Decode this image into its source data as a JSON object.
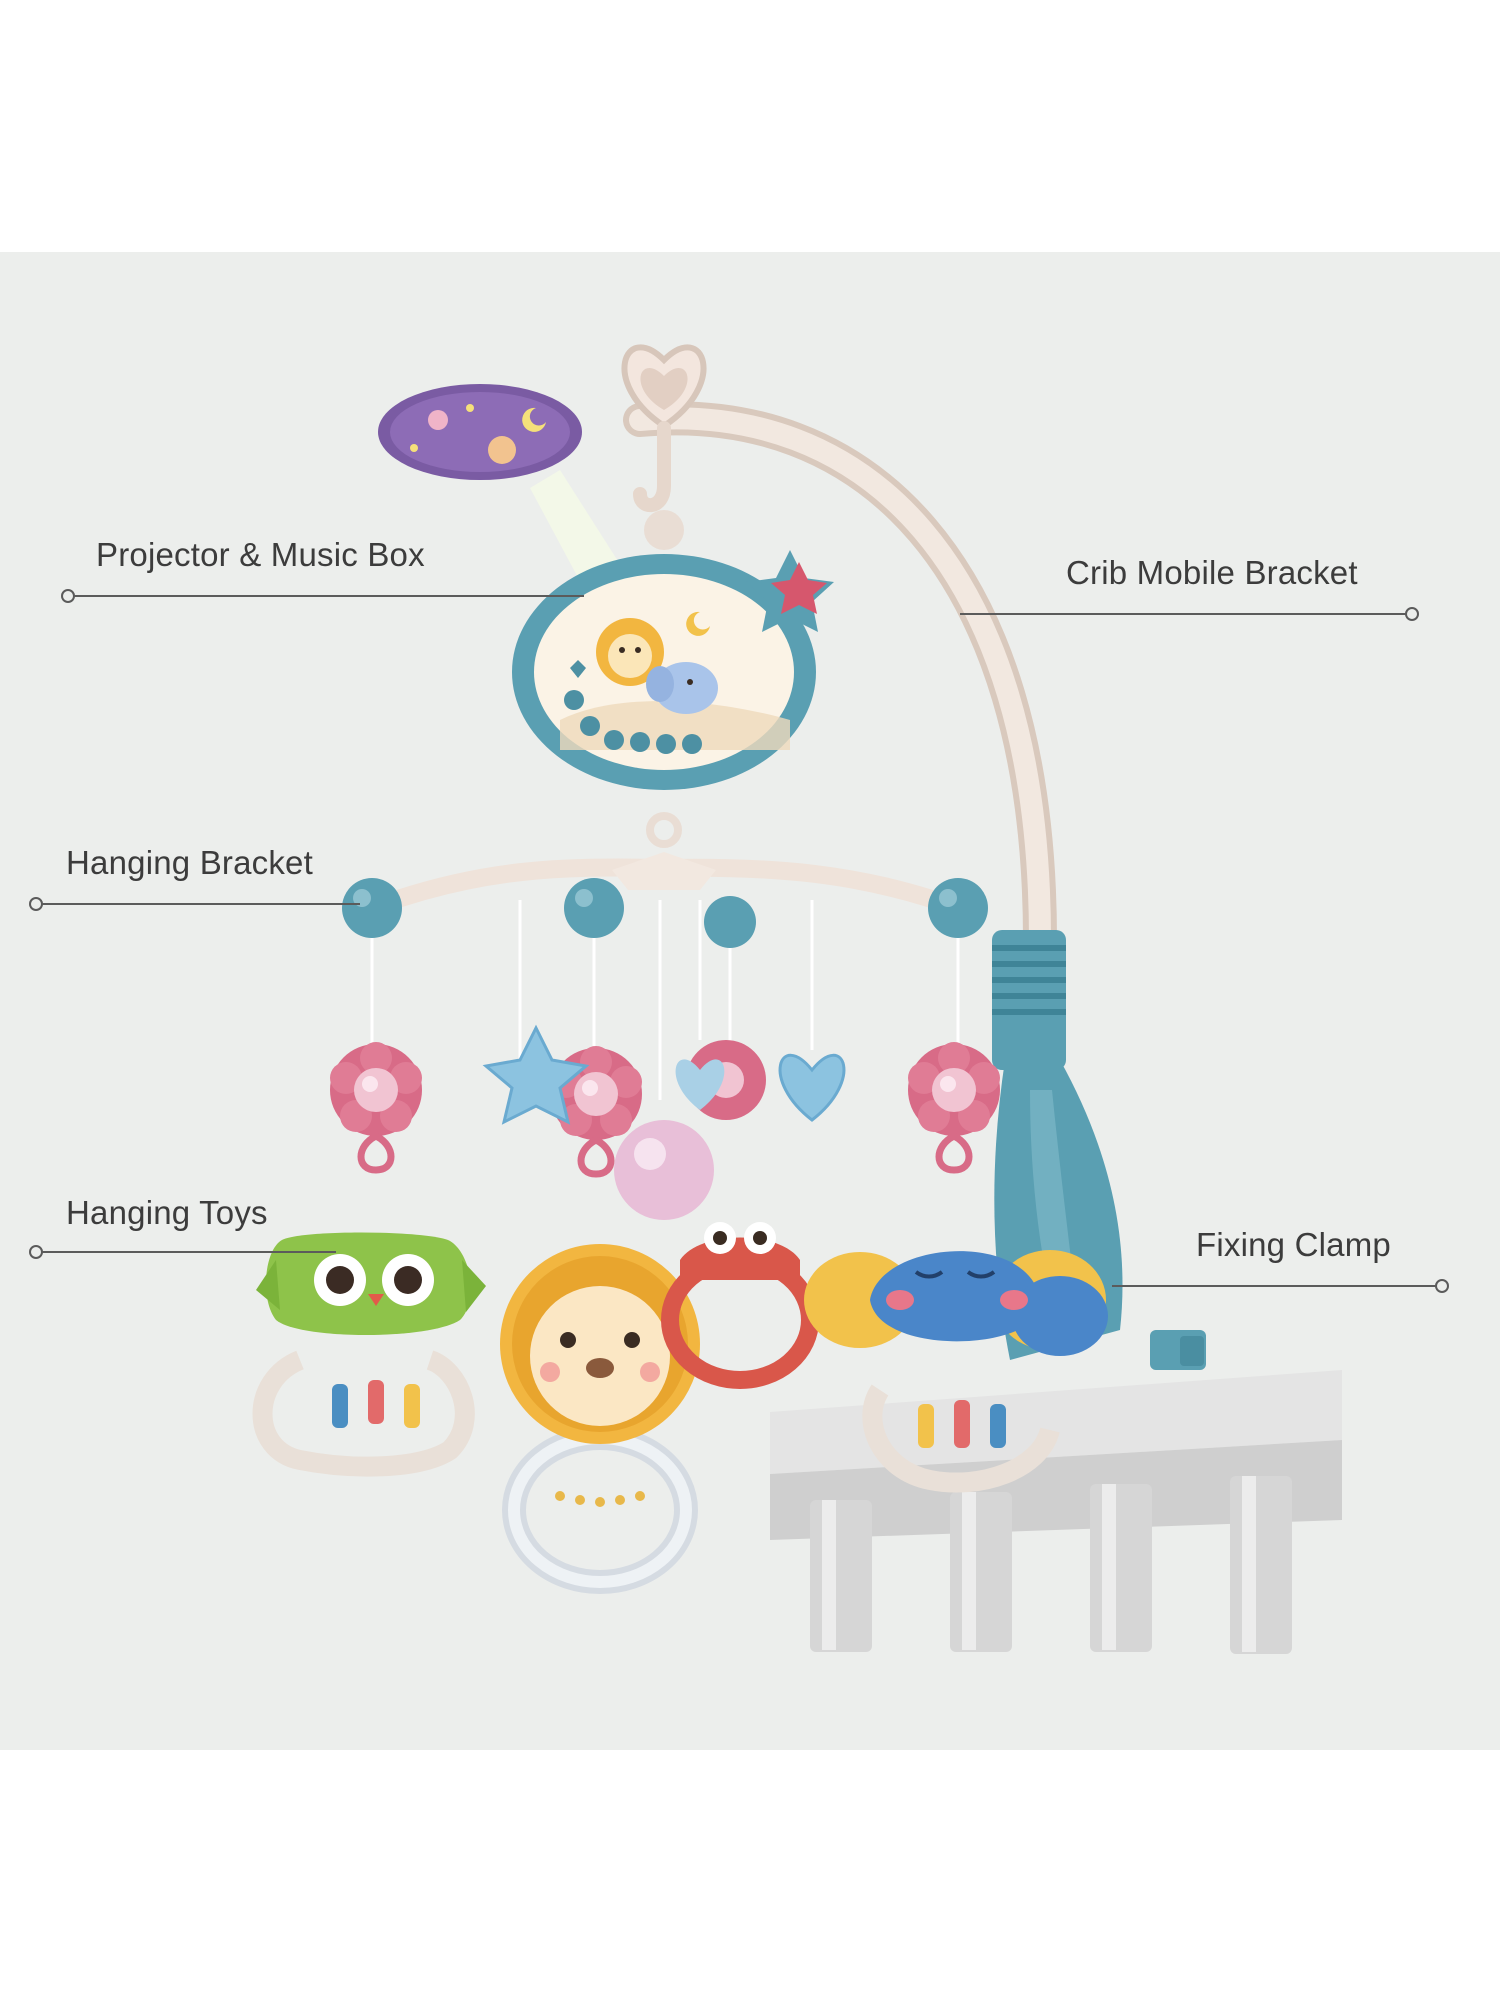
{
  "labels": {
    "projector": "Projector & Music Box",
    "crib_bracket": "Crib Mobile Bracket",
    "hanging_bracket": "Hanging Bracket",
    "hanging_toys": "Hanging Toys",
    "fixing_clamp": "Fixing Clamp"
  },
  "colors": {
    "background": "#eceeec",
    "teal": "#5a9fb2",
    "cream_arm": "#efe3da",
    "pink_flower": "#d86b87",
    "crib_rail": "#dcdcdc"
  }
}
